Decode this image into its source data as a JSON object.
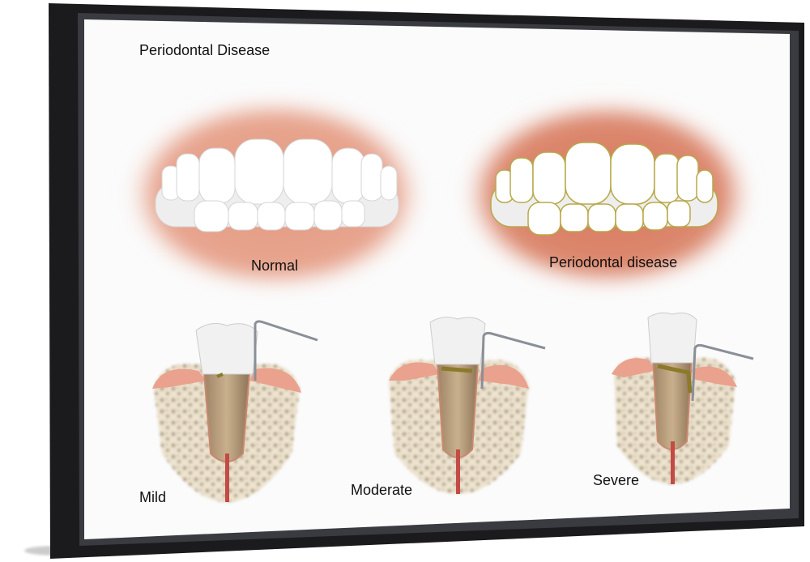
{
  "title": "Periodontal Disease",
  "mouths": [
    {
      "label": "Normal"
    },
    {
      "label": "Periodontal disease"
    }
  ],
  "stages": [
    {
      "label": "Mild"
    },
    {
      "label": "Moderate"
    },
    {
      "label": "Severe"
    }
  ],
  "colors": {
    "frame": "#1a1a1c",
    "canvas": "#fbfbfb",
    "gum": "#d98a70",
    "bone": "#e8dcc6",
    "tooth": "#ffffff"
  }
}
